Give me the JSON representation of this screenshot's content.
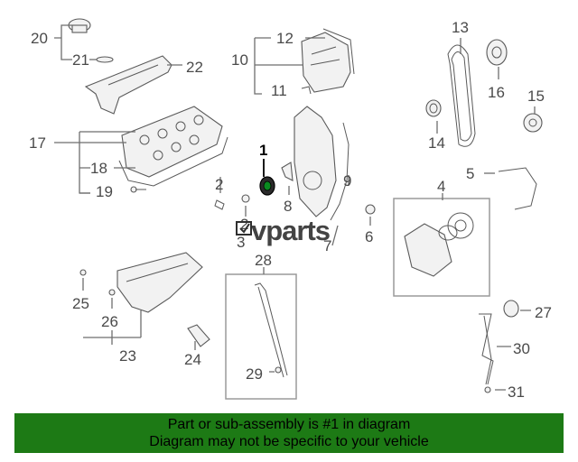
{
  "watermark": "vparts",
  "callouts": {
    "c1": "1",
    "c2a": "2",
    "c2b": "2",
    "c3": "3",
    "c4": "4",
    "c5": "5",
    "c6": "6",
    "c7": "7",
    "c8": "8",
    "c9": "9",
    "c10": "10",
    "c11": "11",
    "c12": "12",
    "c13": "13",
    "c14": "14",
    "c15": "15",
    "c16": "16",
    "c17": "17",
    "c18": "18",
    "c19": "19",
    "c20": "20",
    "c21": "21",
    "c22": "22",
    "c23": "23",
    "c24": "24",
    "c25": "25",
    "c26": "26",
    "c27": "27",
    "c28": "28",
    "c29": "29",
    "c30": "30",
    "c31": "31"
  },
  "highlighted_part": "1",
  "banner": {
    "line1": "Part or sub-assembly is #1 in diagram",
    "line2": "Diagram may not be specific to your vehicle",
    "color": "#1d7a15"
  }
}
